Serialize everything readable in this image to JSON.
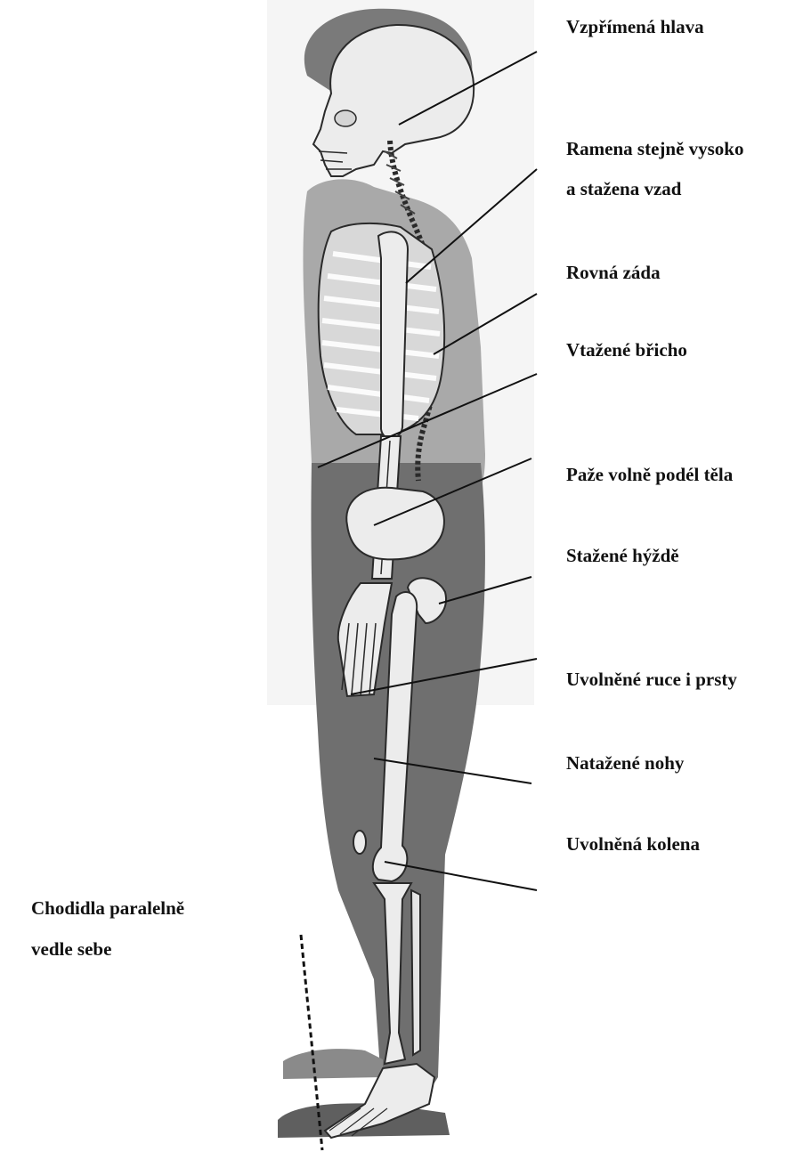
{
  "labels": {
    "head": "Vzpřímená hlava",
    "shoulders_line1": "Ramena stejně vysoko",
    "shoulders_line2": "a stažena vzad",
    "back": "Rovná záda",
    "belly": "Vtažené břicho",
    "arms": "Paže volně podél těla",
    "buttocks": "Stažené hýždě",
    "hands": "Uvolněné ruce i prsty",
    "legs": "Natažené nohy",
    "knees": "Uvolněná kolena",
    "feet_line1": "Chodidla paralelně",
    "feet_line2": "vedle sebe"
  },
  "colors": {
    "bone": "#ececec",
    "bone_outline": "#2a2a2a",
    "shirt": "#a9a9a9",
    "trousers": "#6f6f6f",
    "hair": "#7a7a7a",
    "leader_line": "#111111"
  }
}
